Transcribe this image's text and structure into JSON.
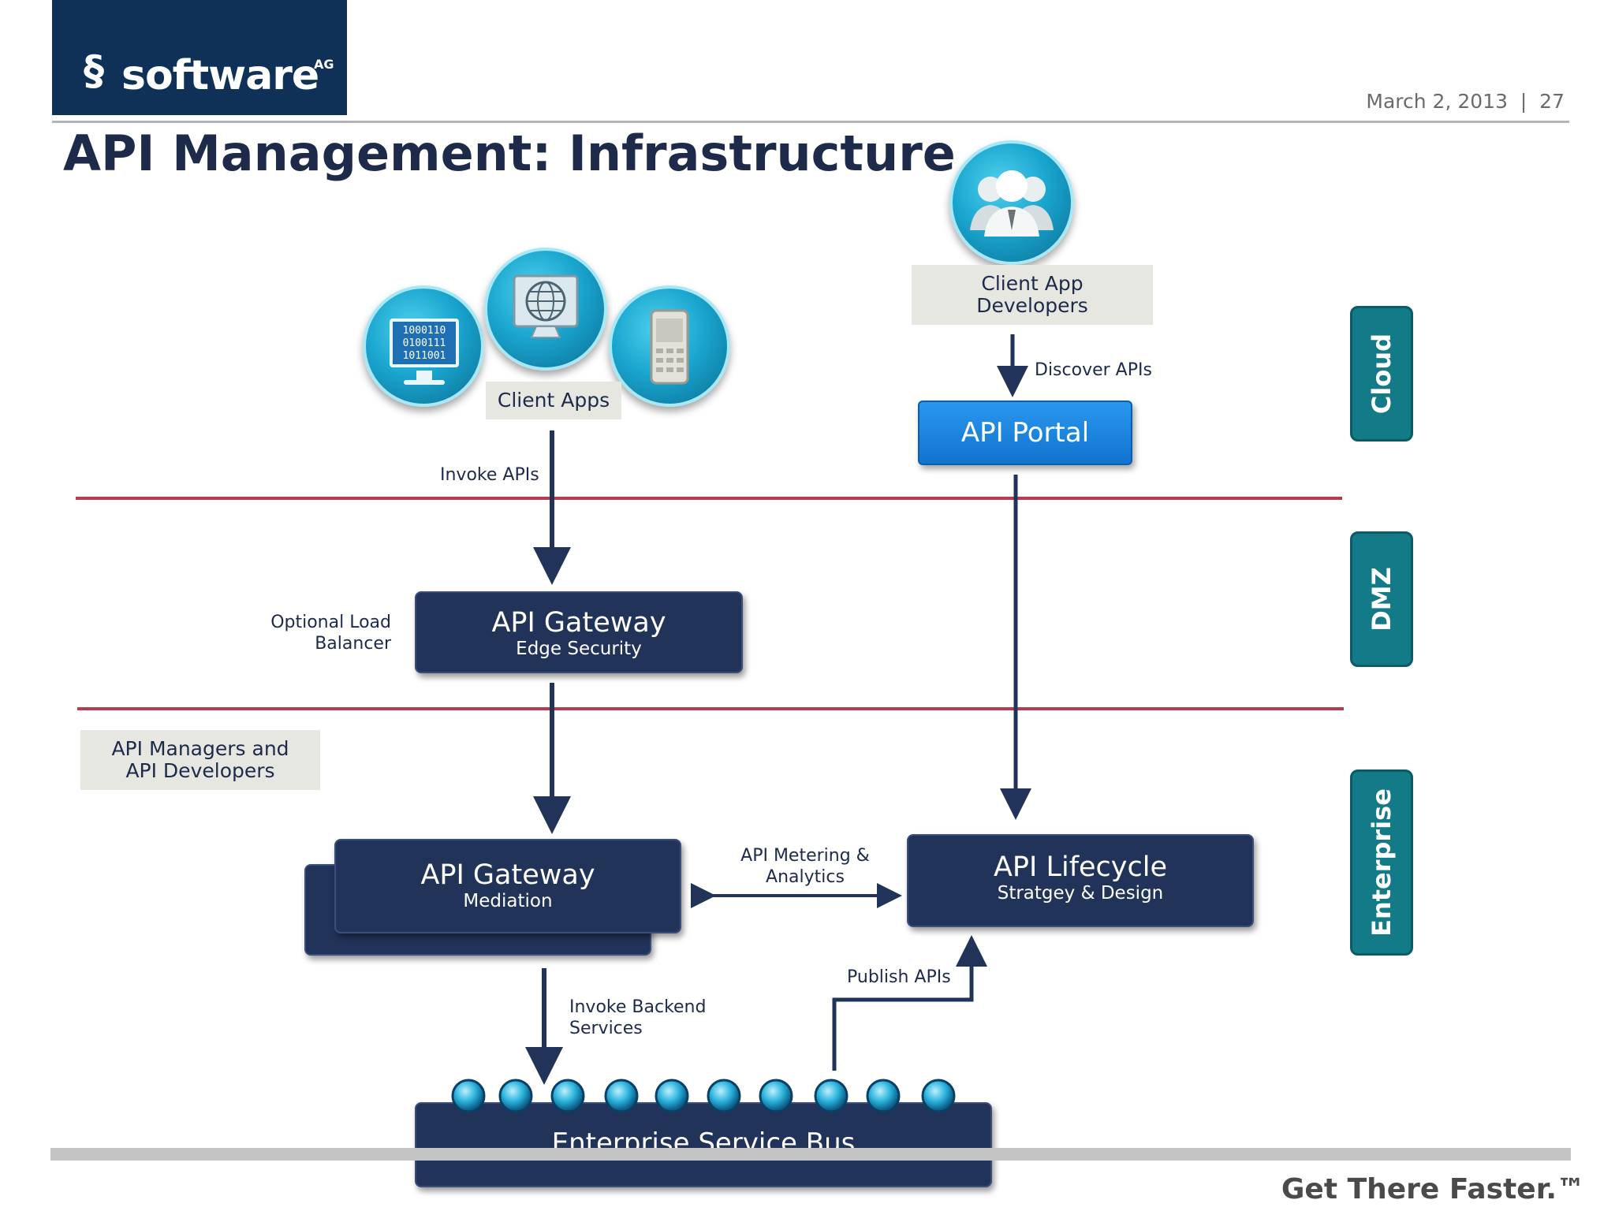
{
  "header": {
    "logo_text": "software",
    "logo_suffix": "AG",
    "date_page": "March 2, 2013  |  27",
    "title": "API Management: Infrastructure"
  },
  "zones": {
    "cloud": "Cloud",
    "dmz": "DMZ",
    "enterprise": "Enterprise"
  },
  "nodes": {
    "client_apps": "Client Apps",
    "client_app_developers": [
      "Client App",
      "Developers"
    ],
    "api_portal": "API Portal",
    "api_gateway_edge": {
      "title": "API Gateway",
      "subtitle": "Edge Security"
    },
    "api_gateway_mediation": {
      "title": "API Gateway",
      "subtitle": "Mediation"
    },
    "api_lifecycle": {
      "title": "API Lifecycle",
      "subtitle": "Stratgey & Design"
    },
    "esb": "Enterprise Service Bus",
    "api_managers": [
      "API Managers and",
      "API Developers"
    ]
  },
  "edges": {
    "invoke_apis": "Invoke APIs",
    "discover_apis": "Discover APIs",
    "optional_lb": [
      "Optional Load",
      "Balancer"
    ],
    "metering": [
      "API Metering &",
      "Analytics"
    ],
    "publish_apis": "Publish APIs",
    "invoke_backend": [
      "Invoke Backend",
      "Services"
    ]
  },
  "binary_text": [
    "1000110",
    "0100111",
    "1011001"
  ],
  "footer": {
    "tagline": "Get There Faster.™"
  },
  "colors": {
    "navy": "#22335a",
    "zone_line": "#b83a52",
    "teal": "#137a88",
    "portal_blue": "#1a86e0",
    "logo_bg": "#0f3057"
  }
}
